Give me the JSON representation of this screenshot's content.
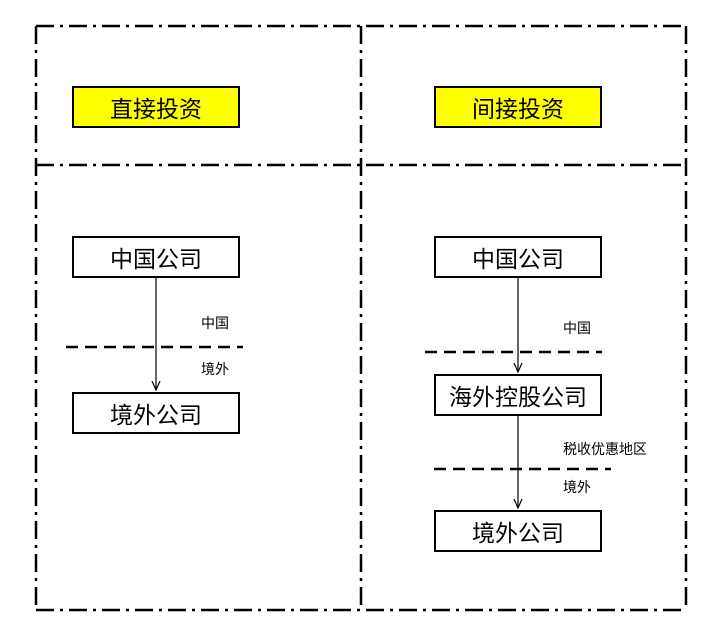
{
  "direct": {
    "title": "直接投资",
    "parent": "中国公司",
    "child": "境外公司",
    "zone_upper": "中国",
    "zone_lower": "境外"
  },
  "indirect": {
    "title": "间接投资",
    "parent": "中国公司",
    "holding": "海外控股公司",
    "child": "境外公司",
    "zone_upper": "中国",
    "zone_middle": "税收优惠地区",
    "zone_lower": "境外"
  },
  "colors": {
    "title_fill": "#ffff00",
    "line": "#000000"
  }
}
